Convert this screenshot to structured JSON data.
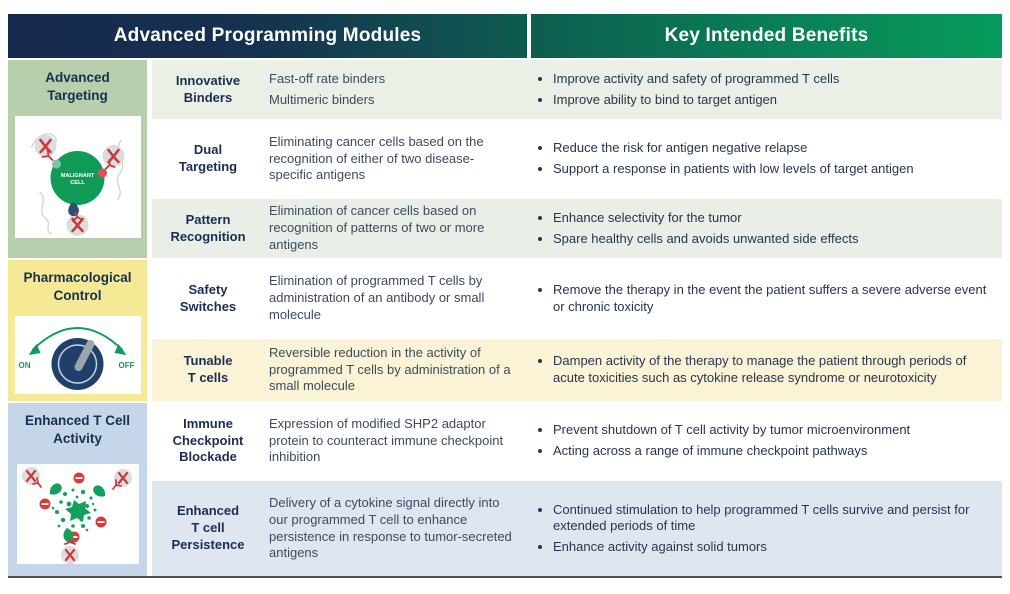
{
  "header": {
    "left_title": "Advanced Programming Modules",
    "right_title": "Key Intended Benefits"
  },
  "colors": {
    "header_navy": "#162a4e",
    "header_green": "#089b5c",
    "advanced_targeting_bg": "#b8cfae",
    "pharmacological_bg": "#f6e996",
    "enhanced_activity_bg": "#c6d6ea",
    "accent_green": "#0f9b5c",
    "accent_red": "#c9393c",
    "navy_text": "#1b2d52"
  },
  "sections": [
    {
      "title_lines": [
        "Advanced",
        "Targeting"
      ],
      "rows": [
        {
          "module_lines": [
            "Innovative",
            "Binders"
          ],
          "desc_lines": [
            "Fast-off rate binders",
            "Multimeric binders"
          ],
          "benefits": [
            "Improve activity and safety of programmed T cells",
            "Improve ability to bind to target antigen"
          ]
        },
        {
          "module_lines": [
            "Dual",
            "Targeting"
          ],
          "desc": "Eliminating cancer cells based on the recognition of either of two disease-specific antigens",
          "benefits": [
            "Reduce the risk for antigen negative relapse",
            "Support a response in patients with low levels of target antigen"
          ]
        },
        {
          "module_lines": [
            "Pattern",
            "Recognition"
          ],
          "desc": "Elimination of cancer cells based on recognition of patterns of two or more antigens",
          "benefits": [
            "Enhance selectivity for the tumor",
            "Spare healthy cells and avoids unwanted side effects"
          ]
        }
      ]
    },
    {
      "title_lines": [
        "Pharmacological",
        "Control"
      ],
      "rows": [
        {
          "module_lines": [
            "Safety",
            "Switches"
          ],
          "desc": "Elimination of programmed T cells by administration of an antibody or small molecule",
          "benefits": [
            "Remove the therapy in the event the patient suffers a severe adverse event or chronic toxicity"
          ]
        },
        {
          "module_lines": [
            "Tunable",
            "T cells"
          ],
          "desc": "Reversible reduction in the activity of programmed T cells by administration of a small molecule",
          "benefits": [
            "Dampen activity of the therapy to manage the patient through periods of acute toxicities such as cytokine release syndrome or neurotoxicity"
          ]
        }
      ]
    },
    {
      "title_lines": [
        "Enhanced T Cell",
        "Activity"
      ],
      "rows": [
        {
          "module_lines": [
            "Immune",
            "Checkpoint",
            "Blockade"
          ],
          "desc": "Expression of modified SHP2 adaptor protein to counteract immune checkpoint inhibition",
          "benefits": [
            "Prevent shutdown of T cell activity by tumor microenvironment",
            "Acting across a range of immune checkpoint pathways"
          ]
        },
        {
          "module_lines": [
            "Enhanced",
            "T cell",
            "Persistence"
          ],
          "desc": "Delivery of a cytokine signal directly into our programmed T cell to enhance persistence in response to tumor-secreted antigens",
          "benefits": [
            "Continued stimulation to help programmed T cells survive and persist for extended periods of time",
            "Enhance activity against solid tumors"
          ]
        }
      ]
    }
  ],
  "illustrations": {
    "malignant_cell": {
      "line1": "MALIGNANT",
      "line2": "CELL"
    },
    "dial": {
      "on": "ON",
      "off": "OFF"
    }
  }
}
